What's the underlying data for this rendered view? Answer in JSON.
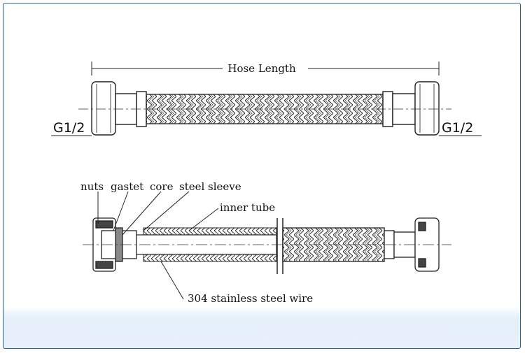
{
  "diagram": {
    "top_view": {
      "dimension_label": "Hose Length",
      "left_thread": "G1/2",
      "right_thread": "G1/2"
    },
    "section_view": {
      "callouts": [
        {
          "id": "nuts",
          "text": "nuts"
        },
        {
          "id": "gasket",
          "text": "gastet"
        },
        {
          "id": "core",
          "text": "core"
        },
        {
          "id": "sleeve",
          "text": "steel sleeve"
        },
        {
          "id": "inner-tube",
          "text": "inner tube"
        },
        {
          "id": "wire",
          "text": "304 stainless steel wire"
        }
      ]
    }
  }
}
